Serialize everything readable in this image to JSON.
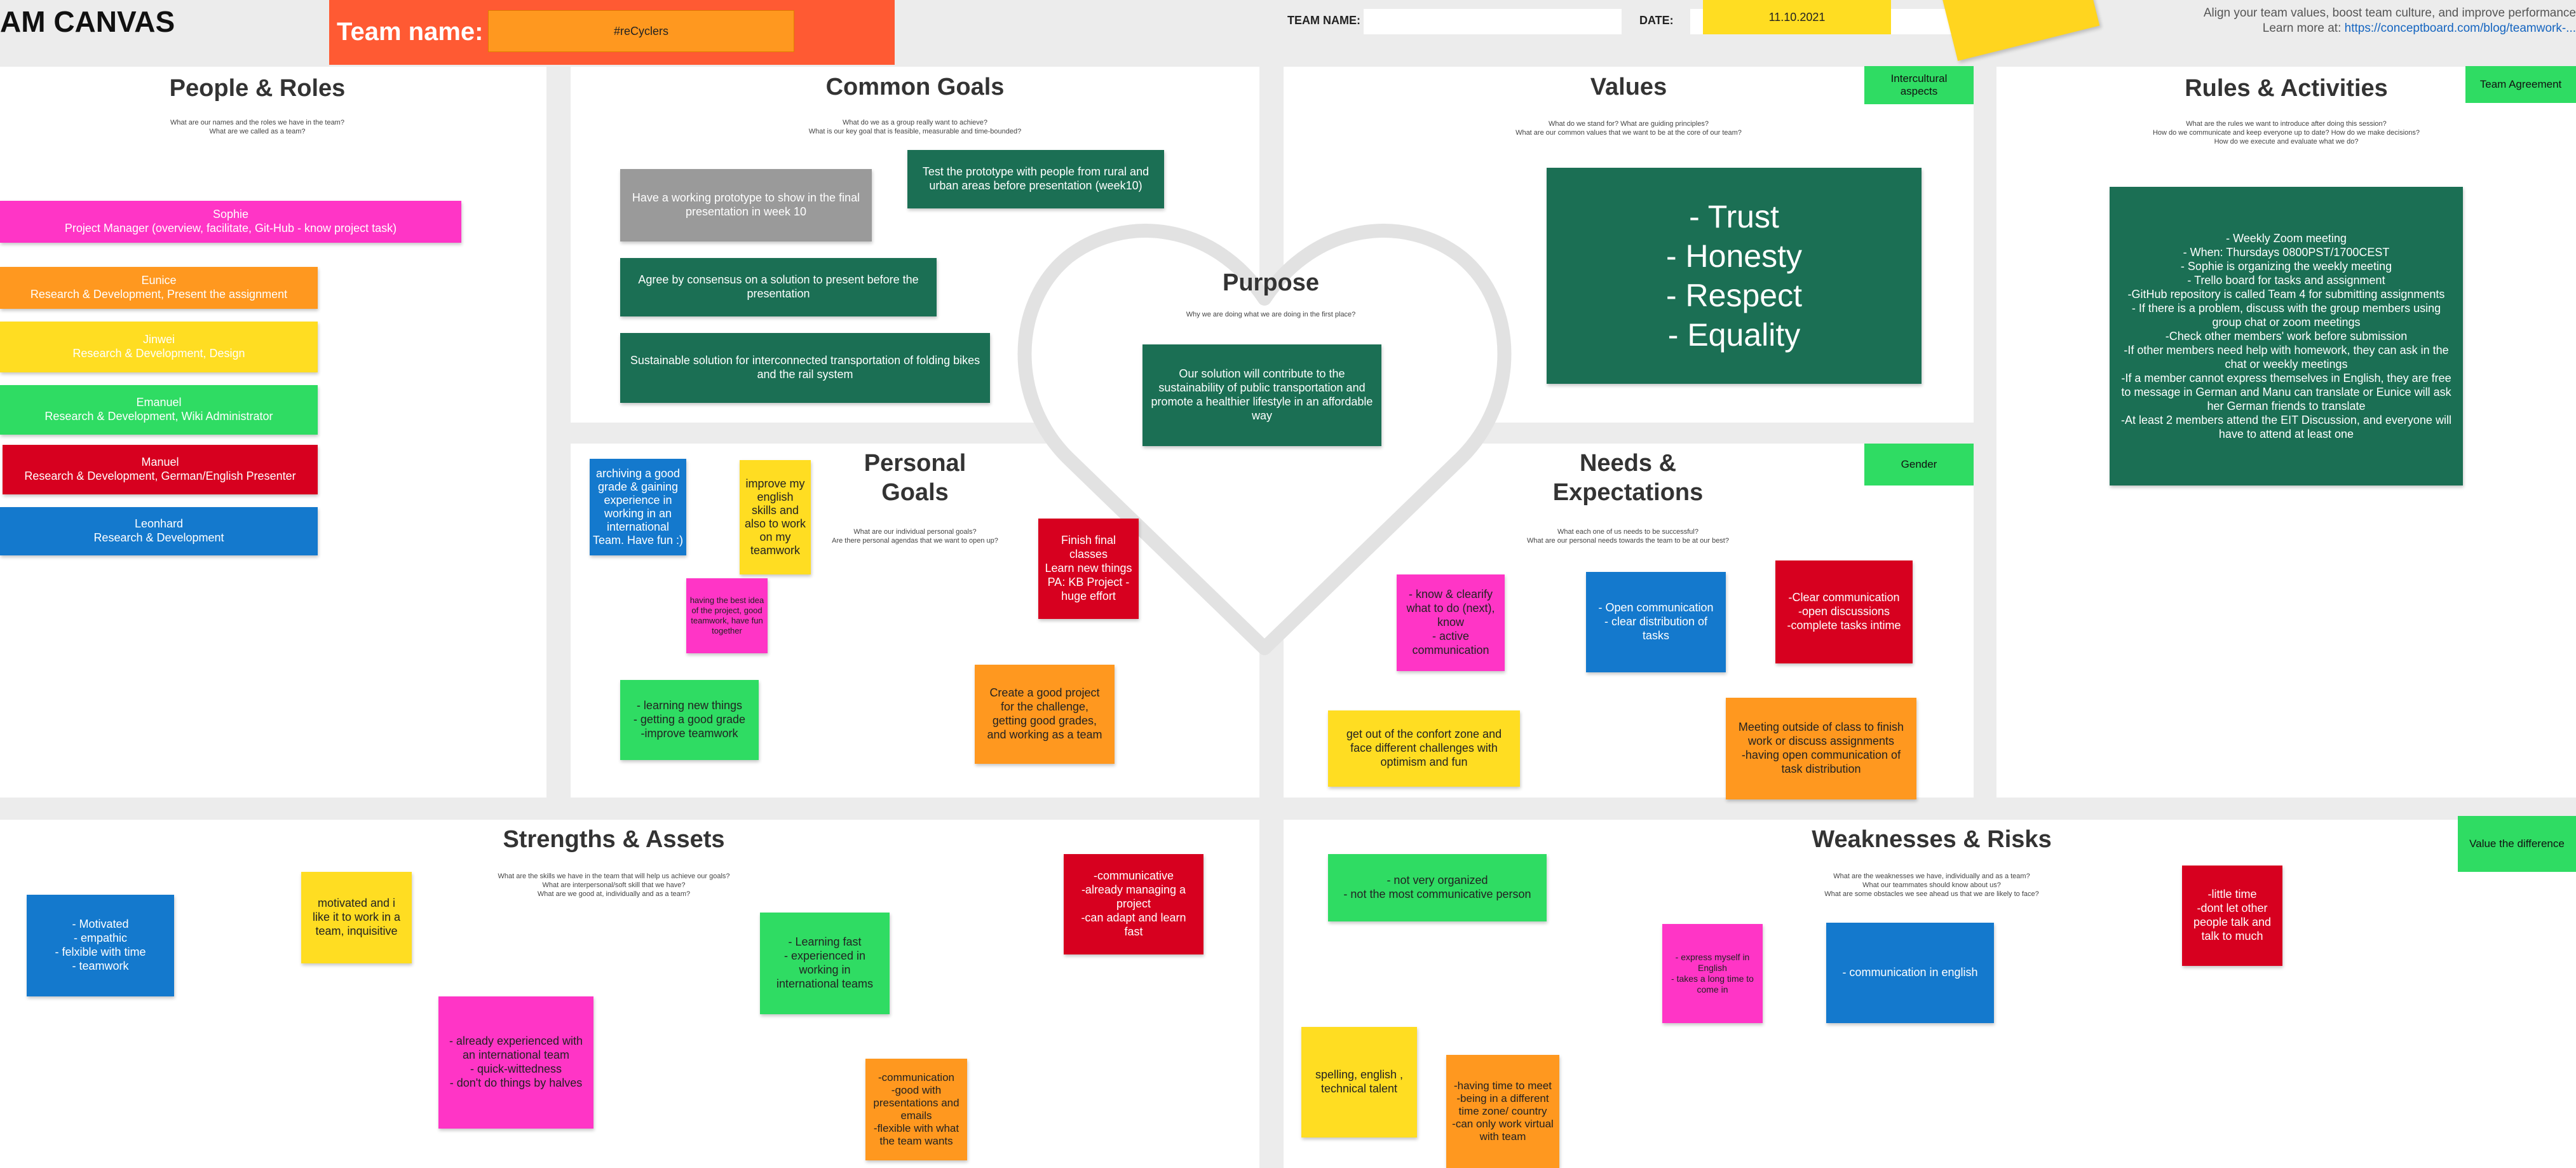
{
  "header": {
    "canvas_title": "AM CANVAS",
    "team_name_label": "Team name:",
    "team_name_value": "#reCyclers",
    "team_name_field_label": "TEAM NAME:",
    "team_name_field_value": "",
    "date_label": "DATE:",
    "date_value": "11.10.2021",
    "info_line1": "Align your team values, boost team culture, and improve performance",
    "info_line2_prefix": "Learn more at:",
    "info_link": "https://conceptboard.com/blog/teamwork-..."
  },
  "people_roles": {
    "title": "People & Roles",
    "subtitle": "What are our names and the roles we have in the team?\nWhat are we called as a team?",
    "notes": [
      "Sophie\nProject Manager (overview, facilitate, Git-Hub - know project task)",
      "Eunice\nResearch & Development, Present the assignment",
      "Jinwei\nResearch & Development, Design",
      "Emanuel\nResearch & Development, Wiki Administrator",
      "Manuel\nResearch & Development, German/English Presenter",
      "Leonhard\nResearch & Development"
    ]
  },
  "common_goals": {
    "title": "Common Goals",
    "subtitle": "What do we as a group really want to achieve?\nWhat is our key goal that is feasible, measurable and time-bounded?",
    "notes": [
      "Have a working prototype to show in the final presentation in week 10",
      "Test the prototype with people from rural and urban areas before presentation (week10)",
      "Agree by consensus on a solution to present before the presentation",
      "Sustainable solution for interconnected transportation of folding bikes and the rail system"
    ]
  },
  "purpose": {
    "title": "Purpose",
    "subtitle": "Why we are doing what we are doing in the first place?",
    "note": "Our solution will contribute to the sustainability of public transportation and promote a healthier lifestyle in an affordable way"
  },
  "values": {
    "title": "Values",
    "subtitle": "What do we stand for? What are guiding principles?\nWhat are our common values that we want to be at the core of our team?",
    "tag": "Intercultural\naspects",
    "note": "- Trust\n- Honesty\n- Respect\n- Equality"
  },
  "rules": {
    "title": "Rules & Activities",
    "subtitle": "What are the rules we want to introduce after doing this session?\nHow do we communicate and keep everyone up to date? How do we make decisions?\nHow do we execute and evaluate what we do?",
    "tag": "Team Agreement",
    "note": "- Weekly Zoom meeting\n- When: Thursdays 0800PST/1700CEST\n- Sophie is organizing the weekly meeting\n- Trello board for tasks and assignment\n-GitHub repository is called Team 4 for submitting assignments\n- If there is a problem, discuss with the group members using group chat or zoom meetings\n-Check other members' work before submission\n-If other members need help with homework, they can ask in the chat or weekly meetings\n-If a member cannot express themselves in English, they are free to message in German and Manu can translate or Eunice will ask her German friends to translate\n-At least 2 members attend the EIT Discussion, and everyone will have to attend at least one"
  },
  "personal_goals": {
    "title": "Personal\nGoals",
    "subtitle": "What are our individual personal goals?\nAre there personal agendas that we want to open up?",
    "notes": [
      "archiving a good grade & gaining experience in working in an international Team. Have fun :)",
      "improve my english skills  and also to work on my teamwork",
      "having the best idea of the project, good teamwork, have fun together",
      "Finish final classes\nLearn new things\nPA: KB Project - huge effort",
      "- learning new things\n- getting a good grade\n-improve teamwork",
      "Create a good project for the challenge, getting good grades, and working as a team"
    ]
  },
  "needs": {
    "title": "Needs &\nExpectations",
    "subtitle": "What each one of us needs to be successful?\nWhat are our personal needs towards the team to be at our best?",
    "tag": "Gender",
    "notes": [
      "- know & clearify what to do (next), know\n- active communication",
      "- Open communication\n- clear distribution of tasks",
      "-Clear communication\n-open discussions\n-complete tasks intime",
      "get out of the confort zone and face different challenges with optimism and fun",
      "Meeting outside of class to finish work or discuss assignments\n-having open communication of task distribution"
    ]
  },
  "strengths": {
    "title": "Strengths & Assets",
    "subtitle": "What are the skills we have in the team that will help us achieve our goals?\nWhat are interpersonal/soft skill that we have?\nWhat are we good at, individually and as a team?",
    "notes": [
      "- Motivated\n- empathic\n- felxible with time\n- teamwork",
      "motivated and i like it  to work in a team, inquisitive",
      "- already experienced with an international team\n- quick-wittedness\n- don't do things by halves",
      "- Learning fast\n- experienced in working in international teams",
      "-communicative\n-already managing a project\n-can adapt and learn fast",
      "-communication\n-good with presentations and emails\n-flexible with what the team wants"
    ]
  },
  "weaknesses": {
    "title": "Weaknesses & Risks",
    "subtitle": "What are the weaknesses we have, individually and as a team?\nWhat our teammates should know about us?\nWhat are some obstacles we see ahead us that we are likely to face?",
    "tag": "Value the difference",
    "notes": [
      "- not very organized\n- not the most communicative person",
      "- express myself in English\n- takes a long time to come in",
      "- communication in english",
      "-little time\n-dont let other people talk and talk to much",
      "spelling, english , technical talent",
      "-having time to meet\n-being in a different time zone/ country\n-can only work virtual with team"
    ]
  }
}
